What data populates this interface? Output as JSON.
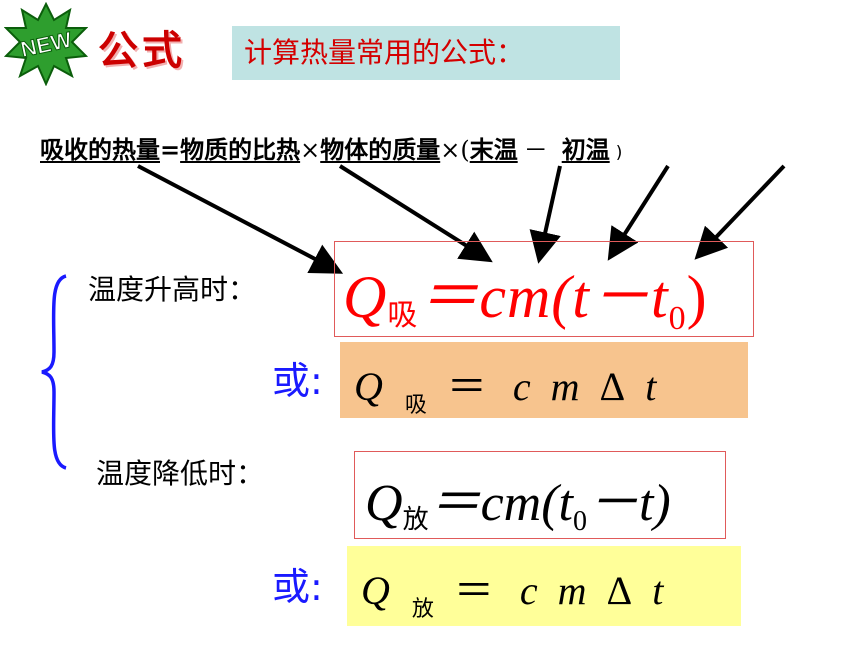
{
  "header": {
    "badge_text": "NEW",
    "title": "公式",
    "subtitle": "计算热量常用的公式："
  },
  "word_equation": {
    "heat_absorbed": "吸收的热量",
    "equals": "=",
    "specific_heat": "物质的比热",
    "times1": "×",
    "mass": "物体的质量",
    "times2": "×(",
    "final_temp": "末温",
    "minus": "－",
    "initial_temp": "初温",
    "close_paren": ")"
  },
  "heating": {
    "label": "温度升高时：",
    "formula": {
      "Q": "Q",
      "sub": "吸",
      "rhs_a": "＝cm(t－t",
      "sub0": "0",
      "rhs_b": ")"
    },
    "or_label": "或:",
    "short_formula": {
      "Q": "Q",
      "sub": "吸",
      "eq": "＝",
      "rhs": "c m",
      "delta": "Δ",
      "t": "t"
    }
  },
  "cooling": {
    "label": "温度降低时：",
    "formula": {
      "Q": "Q",
      "sub": "放",
      "rhs_a": "＝cm(t",
      "sub0": "0",
      "rhs_b": "－t)"
    },
    "or_label": "或:",
    "short_formula": {
      "Q": "Q",
      "sub": "放",
      "eq": "＝",
      "rhs": "c m",
      "delta": "Δ",
      "t": "t"
    }
  },
  "colors": {
    "title_red": "#cc0000",
    "subtitle_bg": "#bfe3e3",
    "formula_red": "#ff0000",
    "or_blue": "#1a1aff",
    "orange_box": "#f7c48e",
    "yellow_box": "#ffff99",
    "badge_green": "#2e9e2e"
  }
}
